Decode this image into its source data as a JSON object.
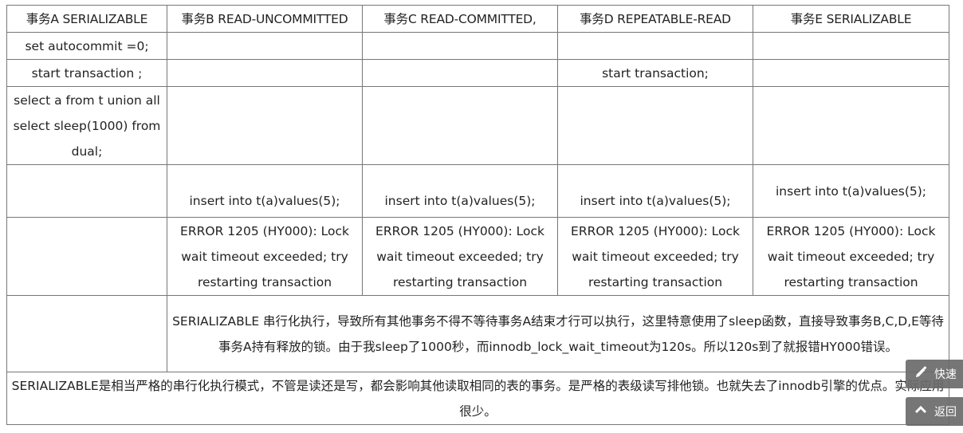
{
  "table": {
    "headers": [
      "事务A SERIALIZABLE",
      "事务B READ-UNCOMMITTED",
      "事务C READ-COMMITTED,",
      "事务D REPEATABLE-READ",
      "事务E SERIALIZABLE"
    ],
    "rows": [
      [
        "set autocommit =0;",
        "",
        "",
        "",
        ""
      ],
      [
        "start transaction ;",
        "",
        "",
        "start transaction;",
        ""
      ],
      [
        "select a from t union all select sleep(1000) from dual;",
        "",
        "",
        "",
        ""
      ],
      [
        "",
        "insert into t(a)values(5);",
        "insert into t(a)values(5);",
        "insert into t(a)values(5);",
        "insert into t(a)values(5);"
      ],
      [
        "",
        "ERROR 1205 (HY000): Lock wait timeout exceeded; try restarting transaction",
        "ERROR 1205 (HY000): Lock wait timeout exceeded; try restarting transaction",
        "ERROR 1205 (HY000): Lock wait timeout exceeded; try restarting transaction",
        "ERROR 1205 (HY000): Lock wait timeout exceeded; try restarting transaction"
      ]
    ],
    "note_row": "SERIALIZABLE 串行化执行，导致所有其他事务不得不等待事务A结束才行可以执行，这里特意使用了sleep函数，直接导致事务B,C,D,E等待事务A持有释放的锁。由于我sleep了1000秒，而innodb_lock_wait_timeout为120s。所以120s到了就报错HY000错误。",
    "summary_row": "SERIALIZABLE是相当严格的串行化执行模式，不管是读还是写，都会影响其他读取相同的表的事务。是严格的表级读写排他锁。也就失去了innodb引擎的优点。实际应用很少。"
  },
  "floating": {
    "edit_label": "快速",
    "top_label": "返回"
  }
}
